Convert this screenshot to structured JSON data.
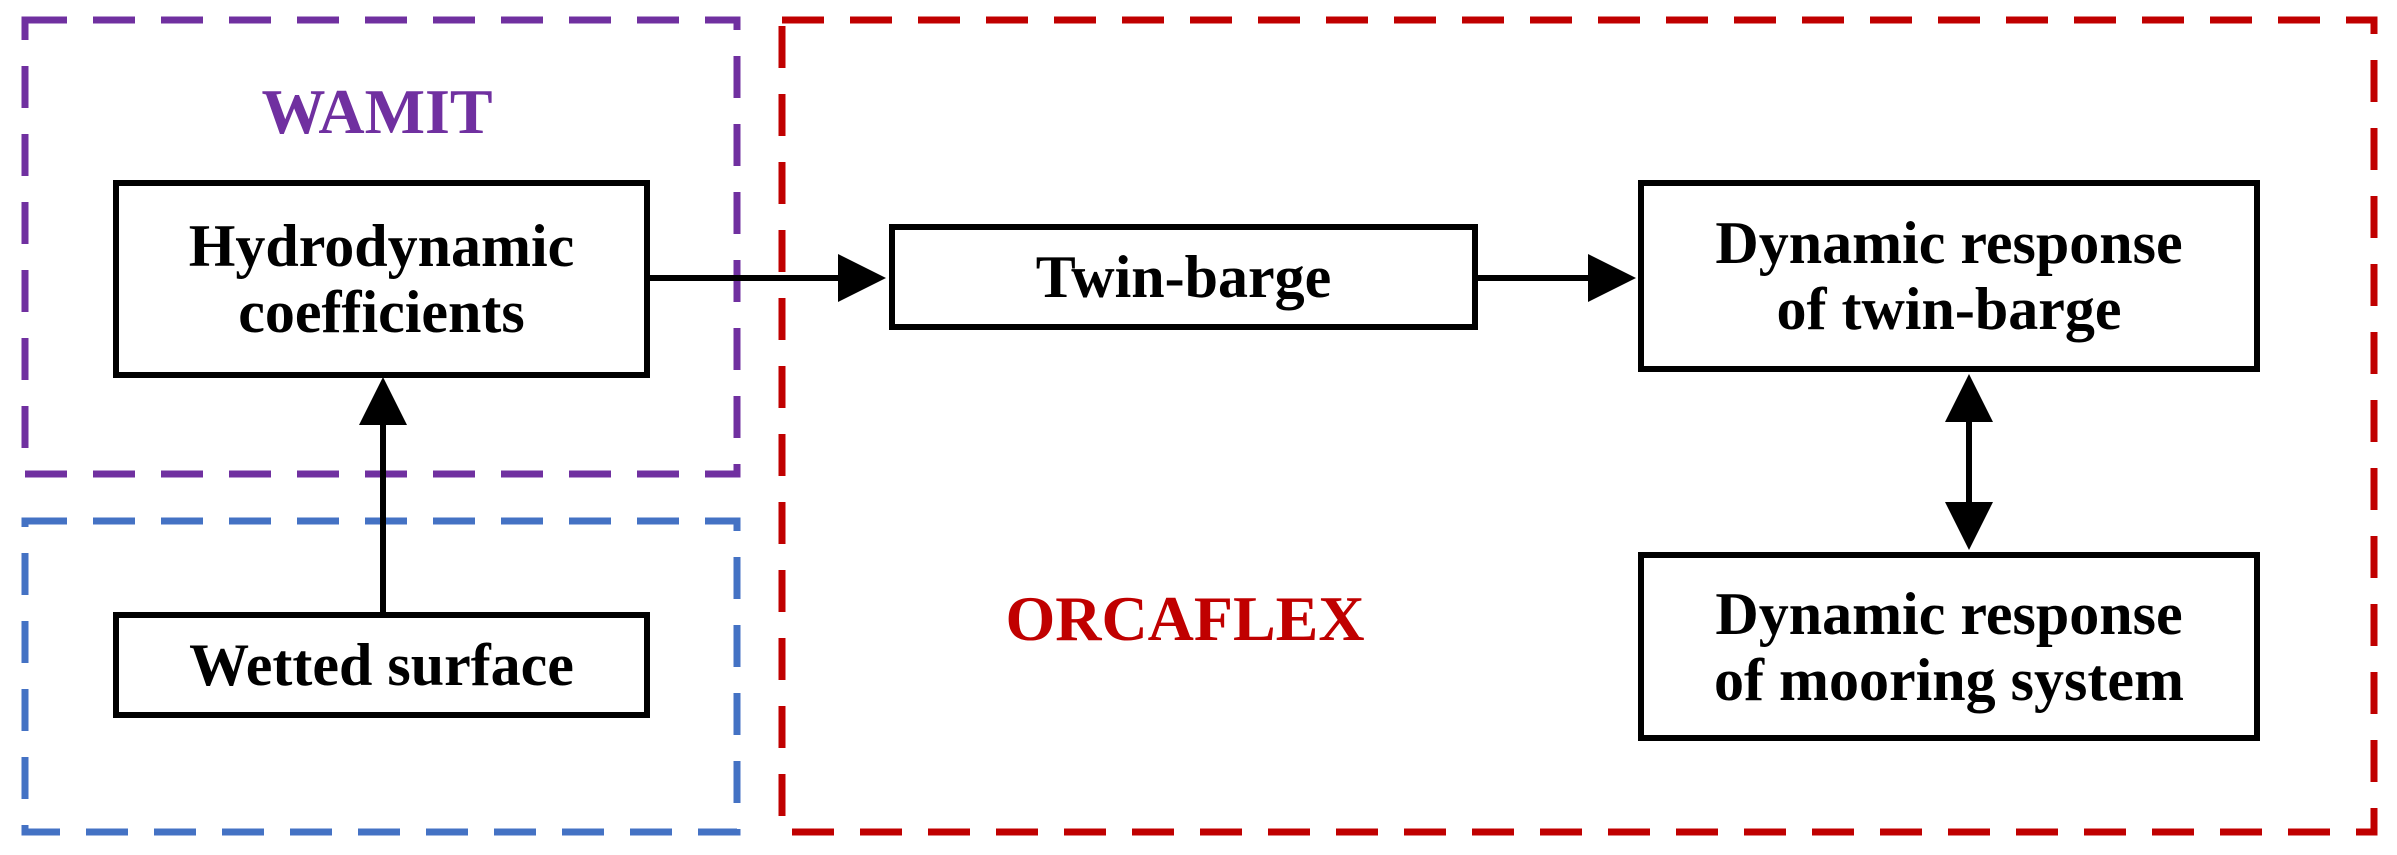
{
  "colors": {
    "wamit": "#7030a0",
    "input": "#4472c4",
    "orcaflex": "#c00000",
    "node_border": "#000000",
    "arrow": "#000000"
  },
  "groups": {
    "wamit": {
      "label": "WAMIT"
    },
    "input": {
      "label": ""
    },
    "orcaflex": {
      "label": "ORCAFLEX"
    }
  },
  "nodes": {
    "hydrodynamic": {
      "label": "Hydrodynamic\ncoefficients"
    },
    "wetted": {
      "label": "Wetted surface"
    },
    "twin_barge": {
      "label": "Twin-barge"
    },
    "response_barge": {
      "label": "Dynamic response\nof twin-barge"
    },
    "response_mooring": {
      "label": "Dynamic response\nof mooring system"
    }
  },
  "edges": [
    {
      "from": "wetted",
      "to": "hydrodynamic",
      "direction": "forward"
    },
    {
      "from": "hydrodynamic",
      "to": "twin_barge",
      "direction": "forward"
    },
    {
      "from": "twin_barge",
      "to": "response_barge",
      "direction": "forward"
    },
    {
      "from": "response_barge",
      "to": "response_mooring",
      "direction": "both"
    }
  ]
}
